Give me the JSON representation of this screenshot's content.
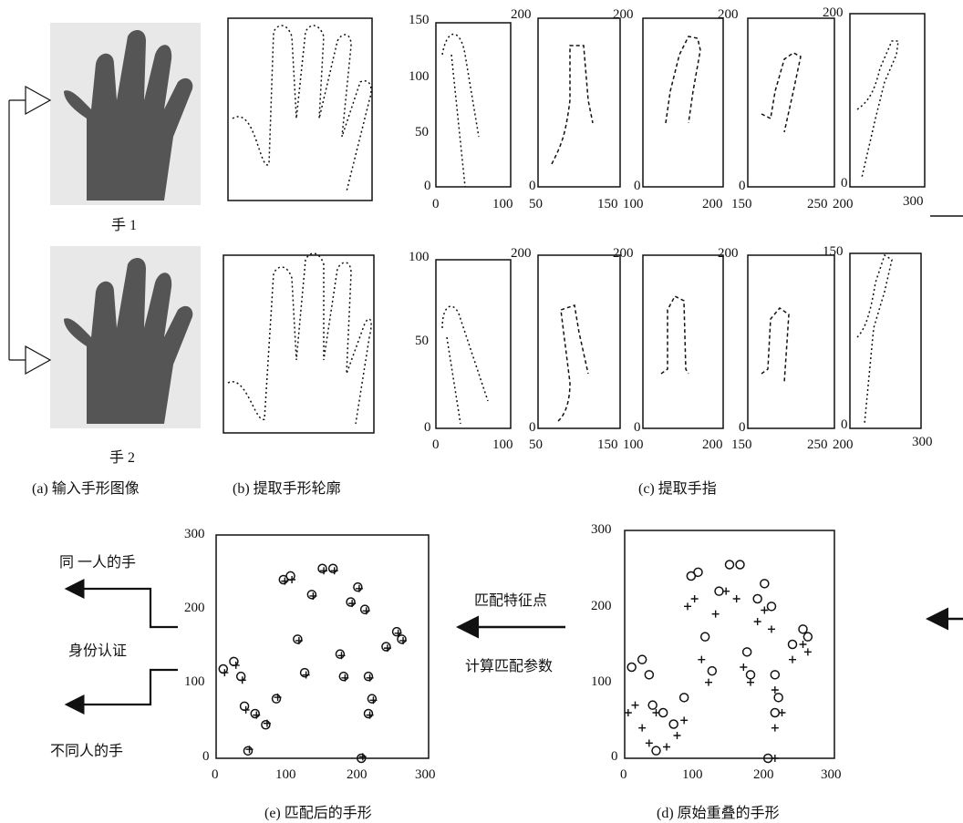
{
  "hand_labels": [
    "手 1",
    "手 2"
  ],
  "captions": {
    "a": "(a) 输入手形图像",
    "b": "(b) 提取手形轮廓",
    "c_fingers": "(c) 提取手指",
    "e_matched": "(e) 匹配后的手形",
    "d_overlap": "(d) 原始重叠的手形"
  },
  "flow_labels": {
    "match_points": "匹配特征点",
    "compute_params": "计算匹配参数",
    "same_person": "同 一人的手",
    "auth": "身份认证",
    "diff_person": "不同人的手"
  },
  "finger_axes": {
    "row1_y": [
      "150",
      "100",
      "50",
      "0"
    ],
    "row1_y_other": [
      "200",
      "200",
      "200",
      "200"
    ],
    "row2_y": [
      "100",
      "50",
      "0"
    ],
    "row2_y_other": [
      "200",
      "200",
      "200",
      "150"
    ],
    "x_pairs": [
      [
        "0",
        "100"
      ],
      [
        "50",
        "150"
      ],
      [
        "100",
        "200"
      ],
      [
        "150",
        "250"
      ],
      [
        "200",
        "300"
      ]
    ]
  },
  "chart_data": [
    {
      "type": "scatter",
      "title": "(e) 匹配后的手形",
      "xlim": [
        0,
        300
      ],
      "ylim": [
        0,
        300
      ],
      "xticks": [
        0,
        100,
        200,
        300
      ],
      "yticks": [
        0,
        100,
        200,
        300
      ],
      "series": [
        {
          "marker": "circle",
          "values_xy": [
            [
              10,
              120
            ],
            [
              25,
              130
            ],
            [
              35,
              110
            ],
            [
              40,
              70
            ],
            [
              45,
              10
            ],
            [
              55,
              60
            ],
            [
              70,
              45
            ],
            [
              85,
              80
            ],
            [
              95,
              240
            ],
            [
              105,
              245
            ],
            [
              115,
              160
            ],
            [
              125,
              115
            ],
            [
              135,
              220
            ],
            [
              150,
              255
            ],
            [
              165,
              255
            ],
            [
              175,
              140
            ],
            [
              180,
              110
            ],
            [
              190,
              210
            ],
            [
              200,
              230
            ],
            [
              210,
              200
            ],
            [
              215,
              110
            ],
            [
              215,
              60
            ],
            [
              205,
              0
            ],
            [
              220,
              80
            ],
            [
              240,
              150
            ],
            [
              255,
              170
            ],
            [
              262,
              160
            ]
          ]
        },
        {
          "marker": "plus",
          "values_xy": [
            [
              12,
              115
            ],
            [
              28,
              125
            ],
            [
              37,
              105
            ],
            [
              42,
              65
            ],
            [
              47,
              12
            ],
            [
              57,
              58
            ],
            [
              72,
              47
            ],
            [
              87,
              82
            ],
            [
              97,
              238
            ],
            [
              107,
              240
            ],
            [
              117,
              158
            ],
            [
              127,
              112
            ],
            [
              137,
              218
            ],
            [
              152,
              252
            ],
            [
              167,
              252
            ],
            [
              177,
              138
            ],
            [
              182,
              108
            ],
            [
              192,
              208
            ],
            [
              202,
              228
            ],
            [
              212,
              198
            ],
            [
              217,
              108
            ],
            [
              217,
              58
            ],
            [
              207,
              2
            ],
            [
              222,
              78
            ],
            [
              242,
              148
            ],
            [
              257,
              168
            ],
            [
              264,
              158
            ]
          ]
        }
      ]
    },
    {
      "type": "scatter",
      "title": "(d) 原始重叠的手形",
      "xlim": [
        0,
        300
      ],
      "ylim": [
        0,
        300
      ],
      "xticks": [
        0,
        100,
        200,
        300
      ],
      "yticks": [
        0,
        100,
        200,
        300
      ],
      "series": [
        {
          "marker": "circle",
          "values_xy": [
            [
              10,
              120
            ],
            [
              25,
              130
            ],
            [
              35,
              110
            ],
            [
              40,
              70
            ],
            [
              45,
              10
            ],
            [
              55,
              60
            ],
            [
              70,
              45
            ],
            [
              85,
              80
            ],
            [
              95,
              240
            ],
            [
              105,
              245
            ],
            [
              115,
              160
            ],
            [
              125,
              115
            ],
            [
              135,
              220
            ],
            [
              150,
              255
            ],
            [
              165,
              255
            ],
            [
              175,
              140
            ],
            [
              180,
              110
            ],
            [
              190,
              210
            ],
            [
              200,
              230
            ],
            [
              210,
              200
            ],
            [
              215,
              110
            ],
            [
              215,
              60
            ],
            [
              205,
              0
            ],
            [
              220,
              80
            ],
            [
              240,
              150
            ],
            [
              255,
              170
            ],
            [
              262,
              160
            ]
          ]
        },
        {
          "marker": "plus",
          "values_xy": [
            [
              5,
              60
            ],
            [
              15,
              70
            ],
            [
              25,
              40
            ],
            [
              35,
              20
            ],
            [
              45,
              60
            ],
            [
              60,
              15
            ],
            [
              75,
              30
            ],
            [
              85,
              50
            ],
            [
              90,
              200
            ],
            [
              100,
              210
            ],
            [
              110,
              130
            ],
            [
              120,
              100
            ],
            [
              130,
              190
            ],
            [
              145,
              220
            ],
            [
              160,
              210
            ],
            [
              170,
              120
            ],
            [
              180,
              100
            ],
            [
              190,
              180
            ],
            [
              200,
              195
            ],
            [
              210,
              170
            ],
            [
              215,
              90
            ],
            [
              215,
              40
            ],
            [
              215,
              0
            ],
            [
              225,
              60
            ],
            [
              240,
              130
            ],
            [
              255,
              150
            ],
            [
              262,
              140
            ]
          ]
        }
      ]
    }
  ]
}
